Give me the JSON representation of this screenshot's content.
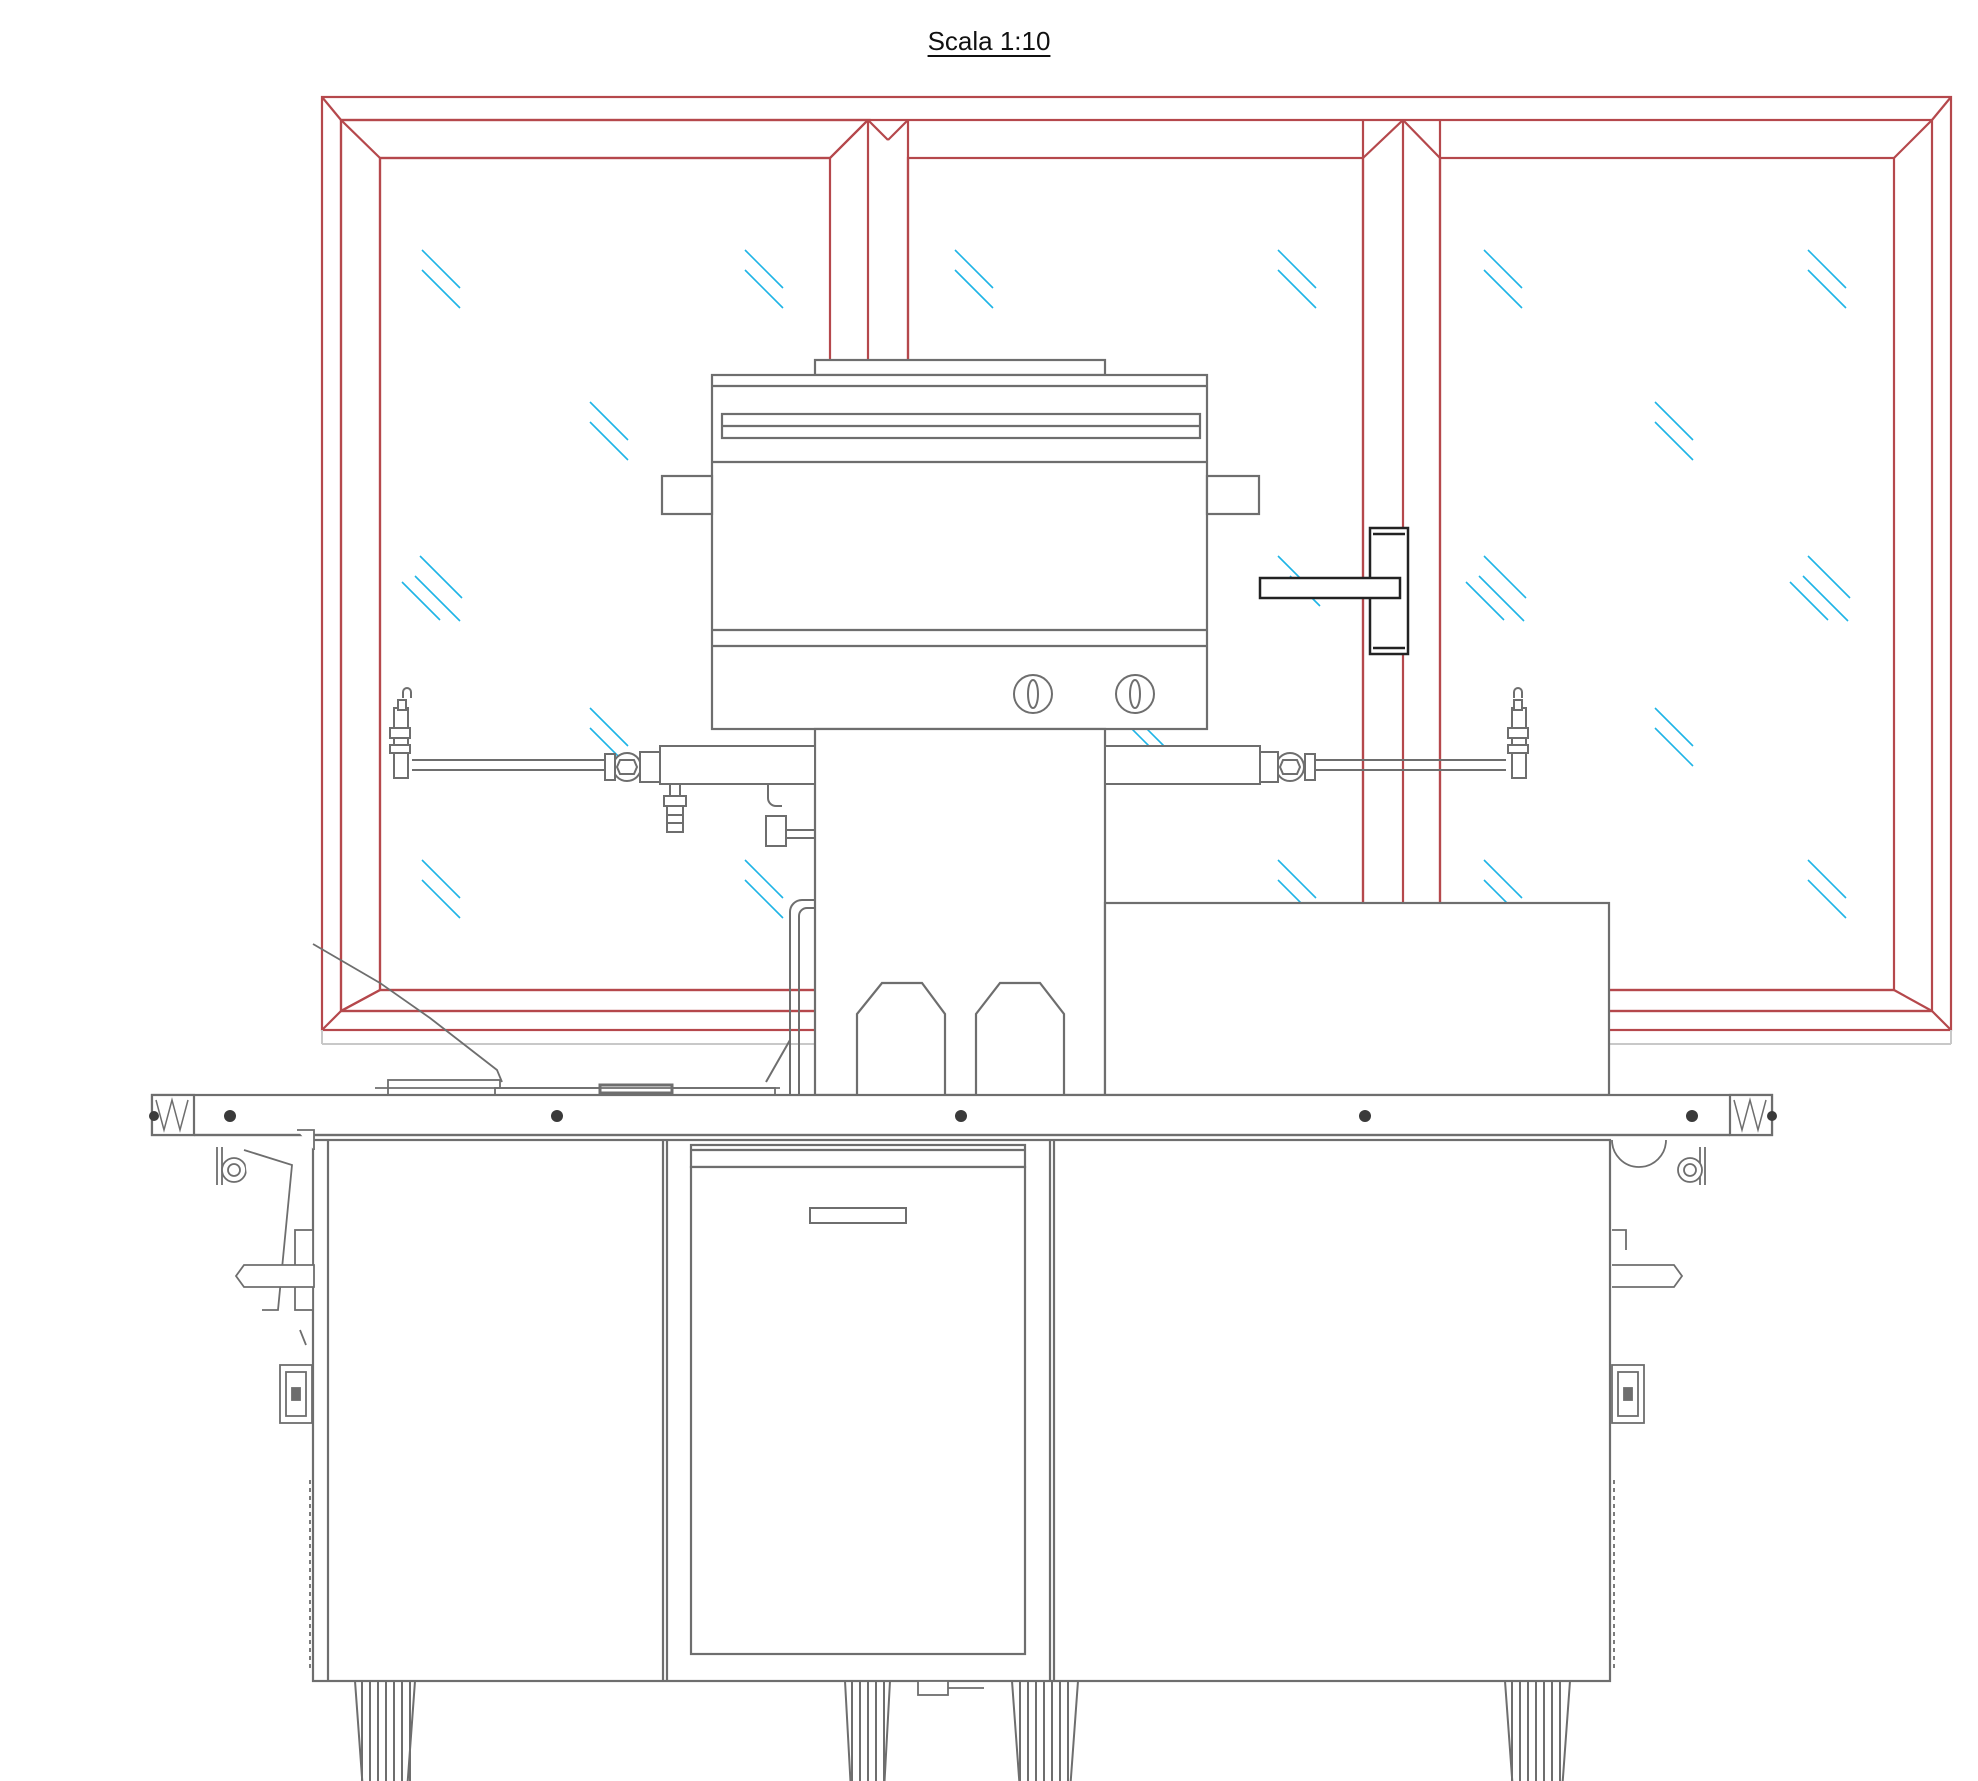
{
  "title": "Scala 1:10",
  "colors": {
    "frame": "#b5484c",
    "glass": "#1fb4e6",
    "unit": "#6e6e6e",
    "dark": "#3a3a3a",
    "floor": "#c8c8c8"
  },
  "icons": [
    "window-frame",
    "glass-reflection",
    "cooktop-unit",
    "control-knob",
    "faucet-handle",
    "gas-valve",
    "cabinet-door",
    "leveling-foot"
  ]
}
